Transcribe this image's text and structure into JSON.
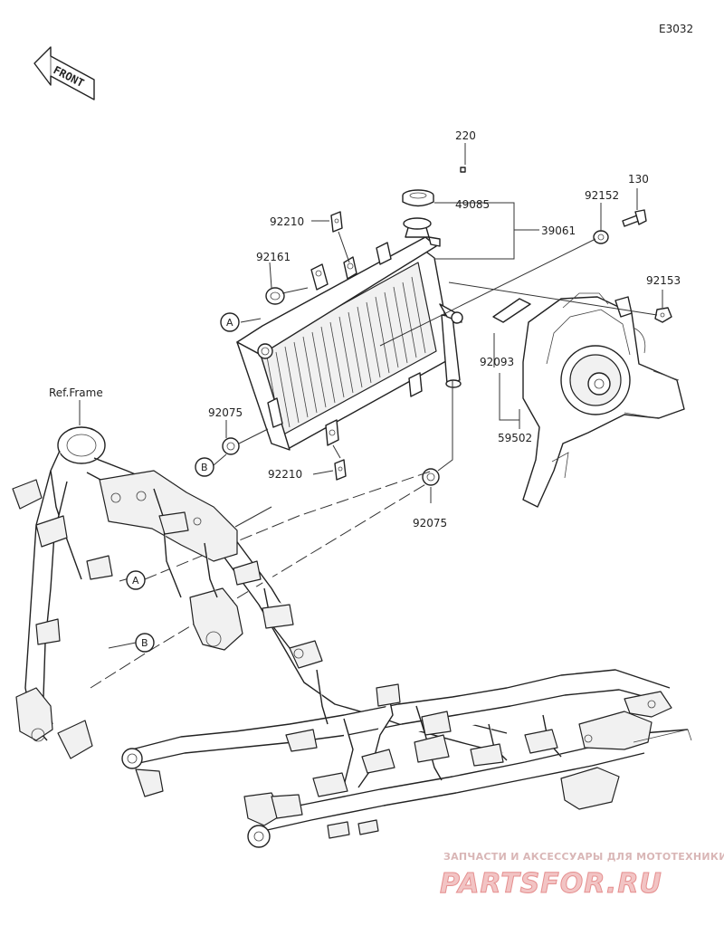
{
  "diagram_code": "E3032",
  "front_label": "FRONT",
  "ref_frame_label": "Ref.Frame",
  "callouts": {
    "p220": "220",
    "p49085": "49085",
    "p39061": "39061",
    "p92152": "92152",
    "p130": "130",
    "p92153": "92153",
    "p92210_top": "92210",
    "p92161": "92161",
    "p92093": "92093",
    "p59502": "59502",
    "p92075_left": "92075",
    "p92210_bottom": "92210",
    "p92075_bottom": "92075"
  },
  "markers": {
    "a_top": "A",
    "b_left": "B",
    "a_frame": "A",
    "b_frame": "B"
  },
  "watermark": {
    "tagline": "ЗАПЧАСТИ И АКСЕССУАРЫ ДЛЯ МОТОТЕХНИКИ",
    "brand": "PARTSFOR.RU"
  }
}
